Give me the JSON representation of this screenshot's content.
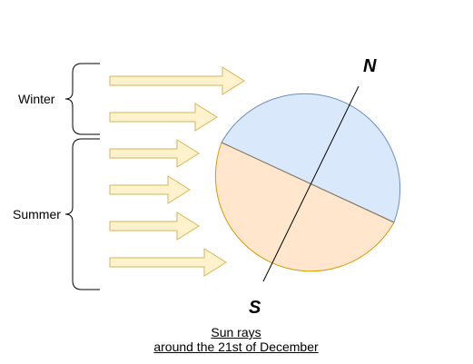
{
  "labels": {
    "winter": "Winter",
    "summer": "Summer",
    "north": "N",
    "south": "S"
  },
  "caption": {
    "line1": "Sun rays ",
    "line2": "around the 21st of December"
  },
  "colors": {
    "arrow_fill": "#fff2cc",
    "arrow_stroke": "#d6b656",
    "north_fill": "#dae8fc",
    "north_stroke": "#6c8ebf",
    "south_fill": "#ffe6cc",
    "south_stroke": "#d79b00",
    "axis": "#000000",
    "equator": "#777777"
  },
  "sun_ray_count": 6
}
